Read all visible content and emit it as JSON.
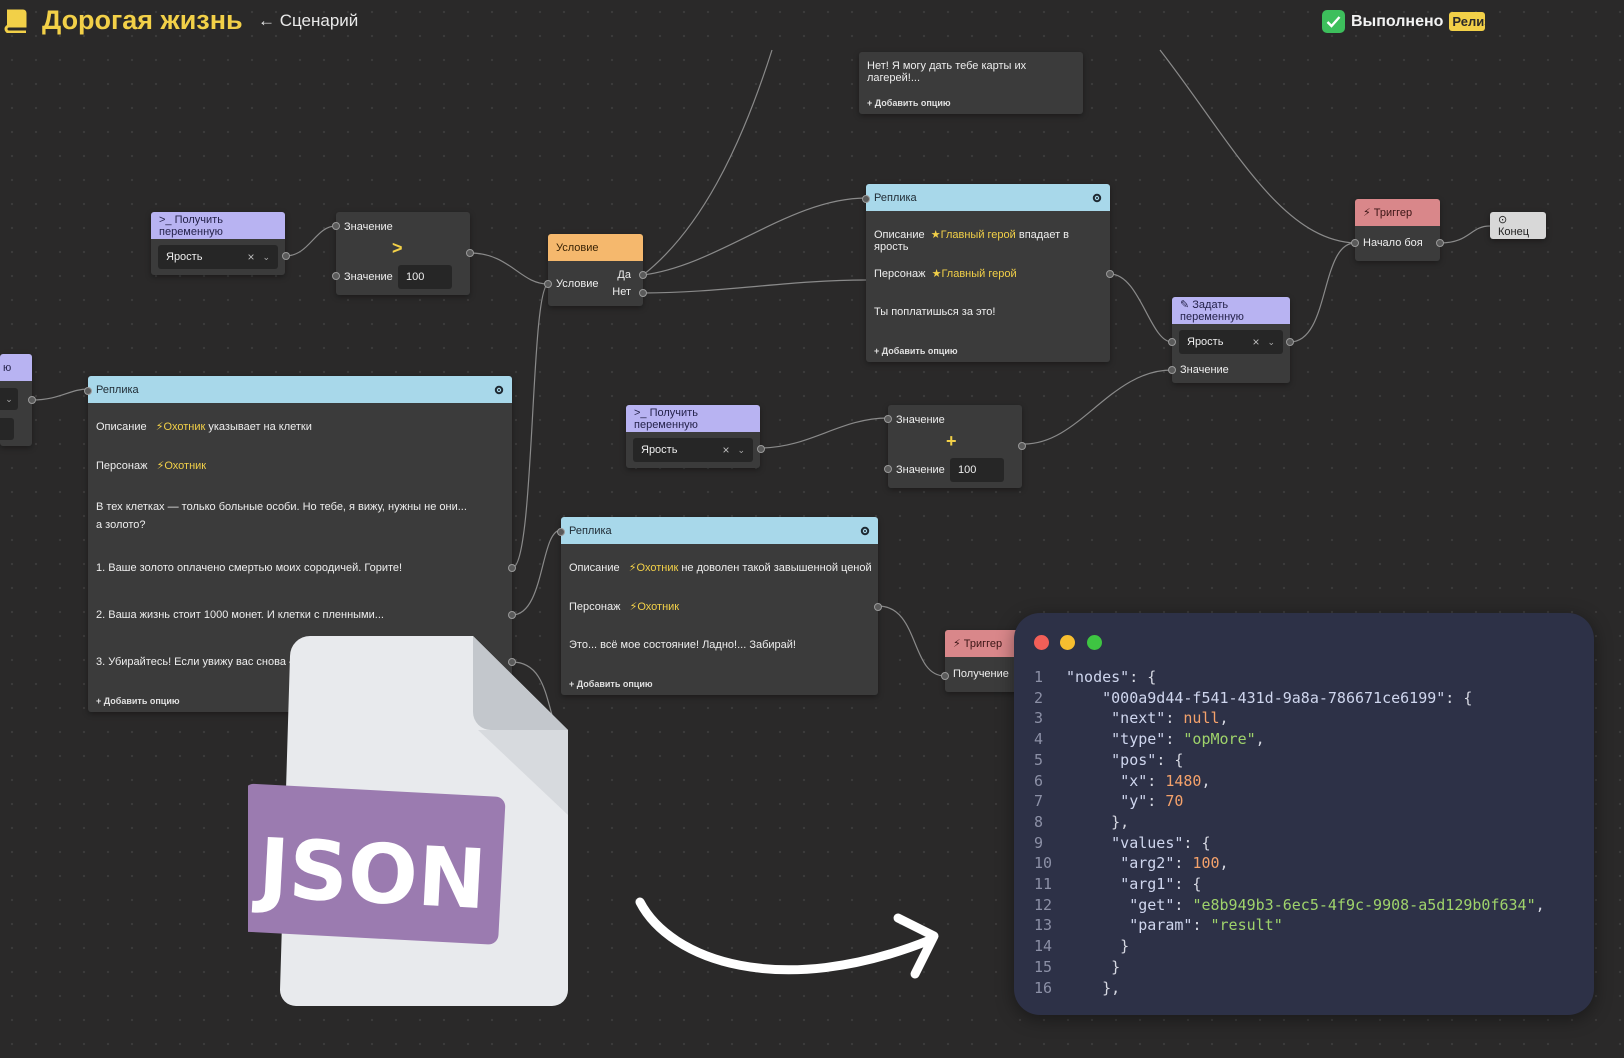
{
  "header": {
    "app_title": "Дорогая жизнь",
    "breadcrumb": "← Сценарий",
    "status_text": "Выполнено",
    "status_badge": "Релиз"
  },
  "nodes": {
    "top_reply": {
      "text": "Нет! Я могу дать тебе карты их лагерей!...",
      "add_option": "+ Добавить опцию"
    },
    "get_var_1": {
      "title": ">_ Получить переменную",
      "value": "Ярость"
    },
    "compare": {
      "label_a": "Значение",
      "operator": ">",
      "label_b": "Значение",
      "value_b": "100"
    },
    "condition": {
      "title": "Условие",
      "input": "Условие",
      "yes": "Да",
      "no": "Нет"
    },
    "reply_hero": {
      "title": "Реплика",
      "desc_label": "Описание",
      "desc_char": "Главный герой",
      "desc_text": "впадает в ярость",
      "char_label": "Персонаж",
      "char_value": "Главный герой",
      "line": "Ты поплатишься за это!",
      "add_option": "+ Добавить опцию"
    },
    "trigger_battle": {
      "title": "Триггер",
      "value": "Начало боя"
    },
    "end": {
      "title": "Конец"
    },
    "set_var": {
      "title": "Задать переменную",
      "value": "Ярость",
      "label": "Значение"
    },
    "left_stub": {
      "title": "ю"
    },
    "reply_hunter": {
      "title": "Реплика",
      "desc_label": "Описание",
      "desc_char": "Охотник",
      "desc_text": "указывает на клетки",
      "char_label": "Персонаж",
      "char_value": "Охотник",
      "line": "В тех клетках — только больные особи. Но тебе, я вижу, нужны не они... а золото?",
      "option_1": "1.   Ваше золото оплачено смертью моих сородичей. Горите!",
      "option_2": "2.   Ваша жизнь стоит 1000 монет. И клетки с пленными...",
      "option_3": "3.   Убирайтесь! Если увижу вас снова — пег",
      "add_option": "+ Добавить опцию"
    },
    "get_var_2": {
      "title": ">_ Получить переменную",
      "value": "Ярость"
    },
    "add_op": {
      "label_a": "Значение",
      "operator": "+",
      "label_b": "Значение",
      "value_b": "100"
    },
    "reply_hunter_2": {
      "title": "Реплика",
      "desc_label": "Описание",
      "desc_char": "Охотник",
      "desc_text": "не доволен такой завышенной ценой",
      "char_label": "Персонаж",
      "char_value": "Охотник",
      "line": "Это... всё мое состояние! Ладно!... Забирай!",
      "add_option": "+ Добавить опцию"
    },
    "trigger_receive": {
      "title": "Триггер",
      "value": "Получение"
    }
  },
  "json_icon": {
    "label": "JSON",
    "color": "#9b7bb0"
  },
  "code_panel": {
    "lines": [
      {
        "n": "1",
        "t": "\"nodes\": {"
      },
      {
        "n": "2",
        "t": "    \"000a9d44-f541-431d-9a8a-786671ce6199\": {"
      },
      {
        "n": "3",
        "t": "     \"next\": null,"
      },
      {
        "n": "4",
        "t": "     \"type\": \"opMore\","
      },
      {
        "n": "5",
        "t": "     \"pos\": {"
      },
      {
        "n": "6",
        "t": "      \"x\": 1480,"
      },
      {
        "n": "7",
        "t": "      \"y\": 70"
      },
      {
        "n": "8",
        "t": "     },"
      },
      {
        "n": "9",
        "t": "     \"values\": {"
      },
      {
        "n": "10",
        "t": "      \"arg2\": 100,"
      },
      {
        "n": "11",
        "t": "      \"arg1\": {"
      },
      {
        "n": "12",
        "t": "       \"get\": \"e8b949b3-6ec5-4f9c-9908-a5d129b0f634\","
      },
      {
        "n": "13",
        "t": "       \"param\": \"result\""
      },
      {
        "n": "14",
        "t": "      }"
      },
      {
        "n": "15",
        "t": "     }"
      },
      {
        "n": "16",
        "t": "    },"
      }
    ]
  },
  "colors": {
    "accent": "#f2d048",
    "reply_header": "#a8d8ea",
    "getvar_header": "#b8b3f2",
    "condition_header": "#f5b86d",
    "trigger_header": "#d9878a"
  }
}
